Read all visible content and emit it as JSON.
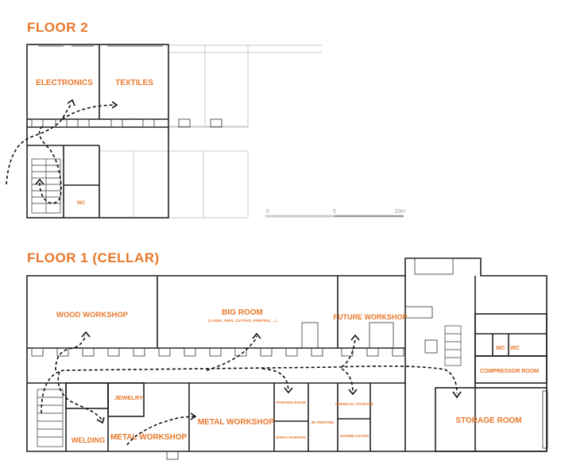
{
  "floor2": {
    "heading": "FLOOR 2",
    "rooms": {
      "electronics": "ELECTRONICS",
      "textiles": "TEXTILES",
      "wc": "WC"
    }
  },
  "floor1": {
    "heading": "FLOOR 1 (CELLAR)",
    "rooms": {
      "wood_workshop": "WOOD WORKSHOP",
      "big_room": "BIG ROOM",
      "big_room_note": "(LASER, VINYL CUTTING, PRINTING, ...)",
      "future_workshop": "FUTURE WORKSHOP",
      "wc_left": "WC",
      "wc_right": "WC",
      "compressor_room": "COMPRESSOR ROOM",
      "storage_room": "STORAGE ROOM",
      "jewelry": "JEWELRY",
      "welding": "WELDING",
      "metal_workshop_left": "METAL WORKSHOP",
      "metal_workshop_right": "METAL WORKSHOP",
      "painting_room": "PAINTING ROOM",
      "spray_painting": "SPRAY PAINTING",
      "printing_3d": "3D PRINTING",
      "chemical_storage": "CHEMICAL STORAGE",
      "sandblasting": "SANDBLASTING"
    }
  },
  "scale_bar": {
    "label_0": "0",
    "label_5": "5",
    "label_10": "10m"
  },
  "colors": {
    "label": "#e8772a",
    "wall": "#222222",
    "ghost": "#c8c8c8"
  }
}
